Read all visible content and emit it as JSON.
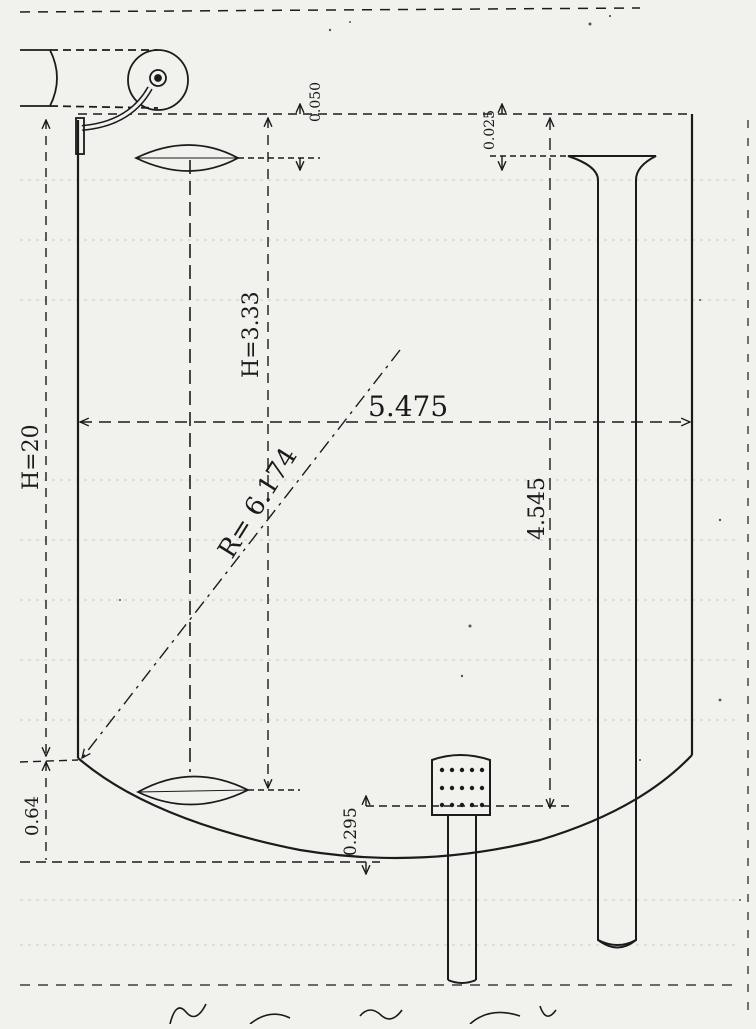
{
  "drawing": {
    "dims": {
      "top_offset_left": "0.050",
      "top_offset_right": "0.025",
      "height_inner": "H=3.33",
      "height_total": "H=20",
      "width": "5.475",
      "radius": "R= 6.174",
      "height_right": "4.545",
      "bottom_left": "0.64",
      "bottom_center": "0.295"
    },
    "colors": {
      "paper": "#f1f1ee",
      "ink": "#1b1b1b"
    }
  }
}
